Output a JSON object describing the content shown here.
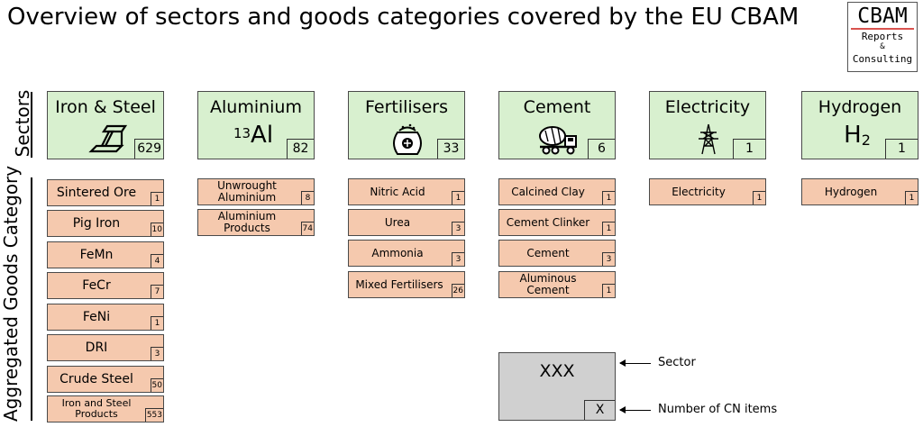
{
  "title": "Overview of sectors and goods categories covered by the EU CBAM",
  "logo": {
    "main": "CBAM",
    "line1": "Reports",
    "amp": "&",
    "line2": "Consulting"
  },
  "labels": {
    "sectors": "Sectors",
    "categories": "Aggregated Goods Category"
  },
  "sectors": [
    {
      "name": "Iron & Steel",
      "count": "629",
      "icon": "steel-beam-icon"
    },
    {
      "name": "Aluminium",
      "count": "82",
      "sup": "13",
      "symbol": "Al"
    },
    {
      "name": "Fertilisers",
      "count": "33",
      "icon": "fertiliser-bag-icon"
    },
    {
      "name": "Cement",
      "count": "6",
      "icon": "cement-mixer-truck-icon"
    },
    {
      "name": "Electricity",
      "count": "1",
      "icon": "power-pylon-icon"
    },
    {
      "name": "Hydrogen",
      "count": "1",
      "symbol": "H",
      "sub": "2"
    }
  ],
  "categories": {
    "iron_steel": [
      {
        "name": "Sintered Ore",
        "count": "1"
      },
      {
        "name": "Pig Iron",
        "count": "10"
      },
      {
        "name": "FeMn",
        "count": "4"
      },
      {
        "name": "FeCr",
        "count": "7"
      },
      {
        "name": "FeNi",
        "count": "1"
      },
      {
        "name": "DRI",
        "count": "3"
      },
      {
        "name": "Crude Steel",
        "count": "50"
      },
      {
        "name": "Iron and Steel Products",
        "count": "553"
      }
    ],
    "aluminium": [
      {
        "name": "Unwrought Aluminium",
        "count": "8"
      },
      {
        "name": "Aluminium Products",
        "count": "74"
      }
    ],
    "fertilisers": [
      {
        "name": "Nitric Acid",
        "count": "1"
      },
      {
        "name": "Urea",
        "count": "3"
      },
      {
        "name": "Ammonia",
        "count": "3"
      },
      {
        "name": "Mixed Fertilisers",
        "count": "26"
      }
    ],
    "cement": [
      {
        "name": "Calcined Clay",
        "count": "1"
      },
      {
        "name": "Cement Clinker",
        "count": "1"
      },
      {
        "name": "Cement",
        "count": "3"
      },
      {
        "name": "Aluminous Cement",
        "count": "1"
      }
    ],
    "electricity": [
      {
        "name": "Electricity",
        "count": "1"
      }
    ],
    "hydrogen": [
      {
        "name": "Hydrogen",
        "count": "1"
      }
    ]
  },
  "legend": {
    "box_text": "XXX",
    "count_text": "X",
    "sector_label": "Sector",
    "count_label": "Number of CN items"
  },
  "colors": {
    "sector_fill": "#d8f0cf",
    "category_fill": "#f5c9ae",
    "legend_fill": "#d0d0d0",
    "logo_rule": "#d9534f"
  }
}
